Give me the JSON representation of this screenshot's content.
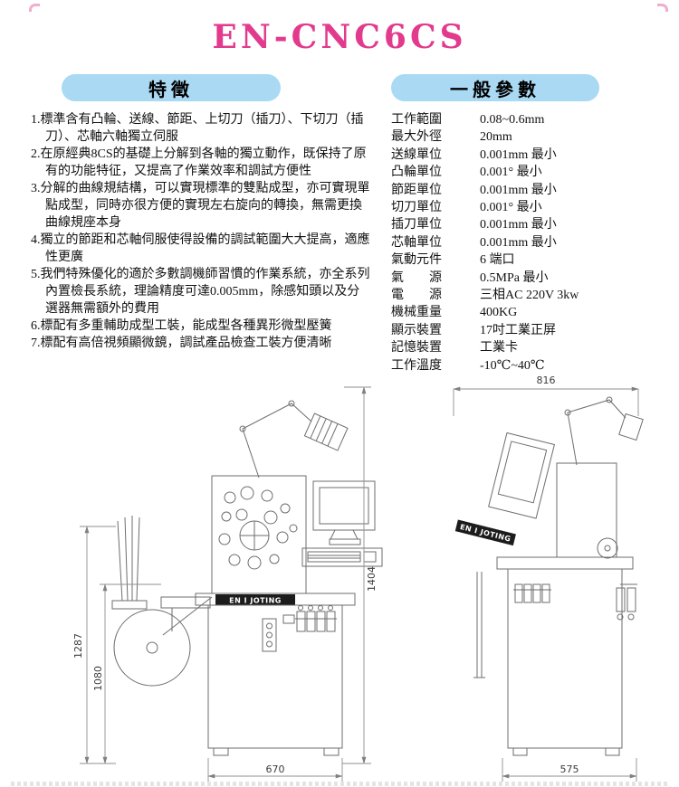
{
  "page": {
    "title": "EN-CNC6CS",
    "title_color": "#e23a8d",
    "pill_color": "#a9d9f3"
  },
  "features": {
    "header": "特徵",
    "items": [
      "1.標準含有凸輪、送線、節距、上切刀（插刀）、下切刀（插刀）、芯軸六軸獨立伺服",
      "2.在原經典8CS的基礎上分解到各軸的獨立動作，既保持了原有的功能特征，又提高了作業效率和調試方便性",
      "3.分解的曲線規結構，可以實現標準的雙點成型，亦可實現單點成型，同時亦很方便的實現左右旋向的轉換，無需更換曲線規座本身",
      "4.獨立的節距和芯軸伺服使得設備的調試範圍大大提高，適應性更廣",
      "5.我們特殊優化的適於多數調機師習慣的作業系統，亦全系列內置檢長系統，理論精度可達0.005mm，除感知頭以及分選器無需額外的費用",
      "6.標配有多重輔助成型工裝，能成型各種異形微型壓簧",
      "7.標配有高倍視頻顯微鏡，調試產品檢查工裝方便清晰"
    ]
  },
  "parameters": {
    "header": "一般參數",
    "rows": [
      {
        "label": "工作範圍",
        "value": "0.08~0.6mm"
      },
      {
        "label": "最大外徑",
        "value": "20mm"
      },
      {
        "label": "送線單位",
        "value": "0.001mm 最小"
      },
      {
        "label": "凸輪單位",
        "value": "0.001° 最小"
      },
      {
        "label": "節距單位",
        "value": "0.001mm 最小"
      },
      {
        "label": "切刀單位",
        "value": "0.001° 最小"
      },
      {
        "label": "插刀單位",
        "value": "0.001mm 最小"
      },
      {
        "label": "芯軸單位",
        "value": "0.001mm 最小"
      },
      {
        "label": "氣動元件",
        "value": "6 端口"
      },
      {
        "label": "氣　　源",
        "value": "0.5MPa 最小"
      },
      {
        "label": "電　　源",
        "value": "三相AC 220V 3kw"
      },
      {
        "label": "機械重量",
        "value": "400KG"
      },
      {
        "label": "顯示裝置",
        "value": "17吋工業正屏"
      },
      {
        "label": "記憶裝置",
        "value": "工業卡"
      },
      {
        "label": "工作溫度",
        "value": "-10℃~40℃"
      }
    ]
  },
  "drawing": {
    "brand": "EN I JOTING",
    "dims": {
      "front_total_height": "1404",
      "front_left_height": "1287",
      "front_inner_height": "1080",
      "front_width": "670",
      "side_top_width": "816",
      "side_width": "575"
    }
  }
}
